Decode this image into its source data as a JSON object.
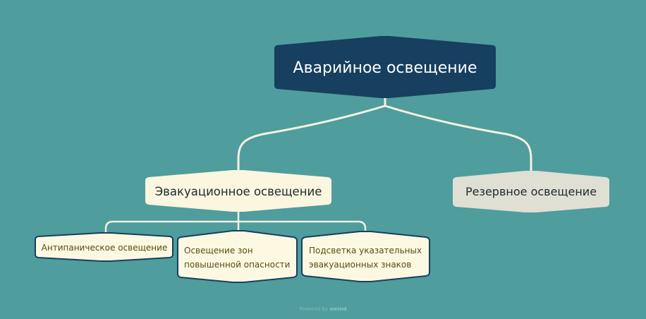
{
  "diagram": {
    "root": {
      "label": "Аварийное освещение"
    },
    "branches": [
      {
        "label": "Эвакуационное освещение",
        "children": [
          {
            "label_lines": [
              "Антипаническое освещение"
            ]
          },
          {
            "label_lines": [
              "Освещение зон",
              "повышенной опасности"
            ]
          },
          {
            "label_lines": [
              "Подсветка указательных",
              "эвакуационных знаков"
            ]
          }
        ]
      },
      {
        "label": "Резервное освещение"
      }
    ]
  },
  "colors": {
    "background": "#4f9d9d",
    "root_fill": "#173f5f",
    "root_text": "#ffffff",
    "branch_fill": "#fbf6df",
    "branch_text": "#1e2a2e",
    "reserve_fill": "#e0dfd3",
    "leaf_fill": "#fdf8e2",
    "leaf_stroke": "#173f5f",
    "leaf_text": "#5b4a12",
    "connector": "#f4f1e4"
  },
  "watermark": {
    "prefix": "Powered by",
    "brand": "xmind"
  }
}
